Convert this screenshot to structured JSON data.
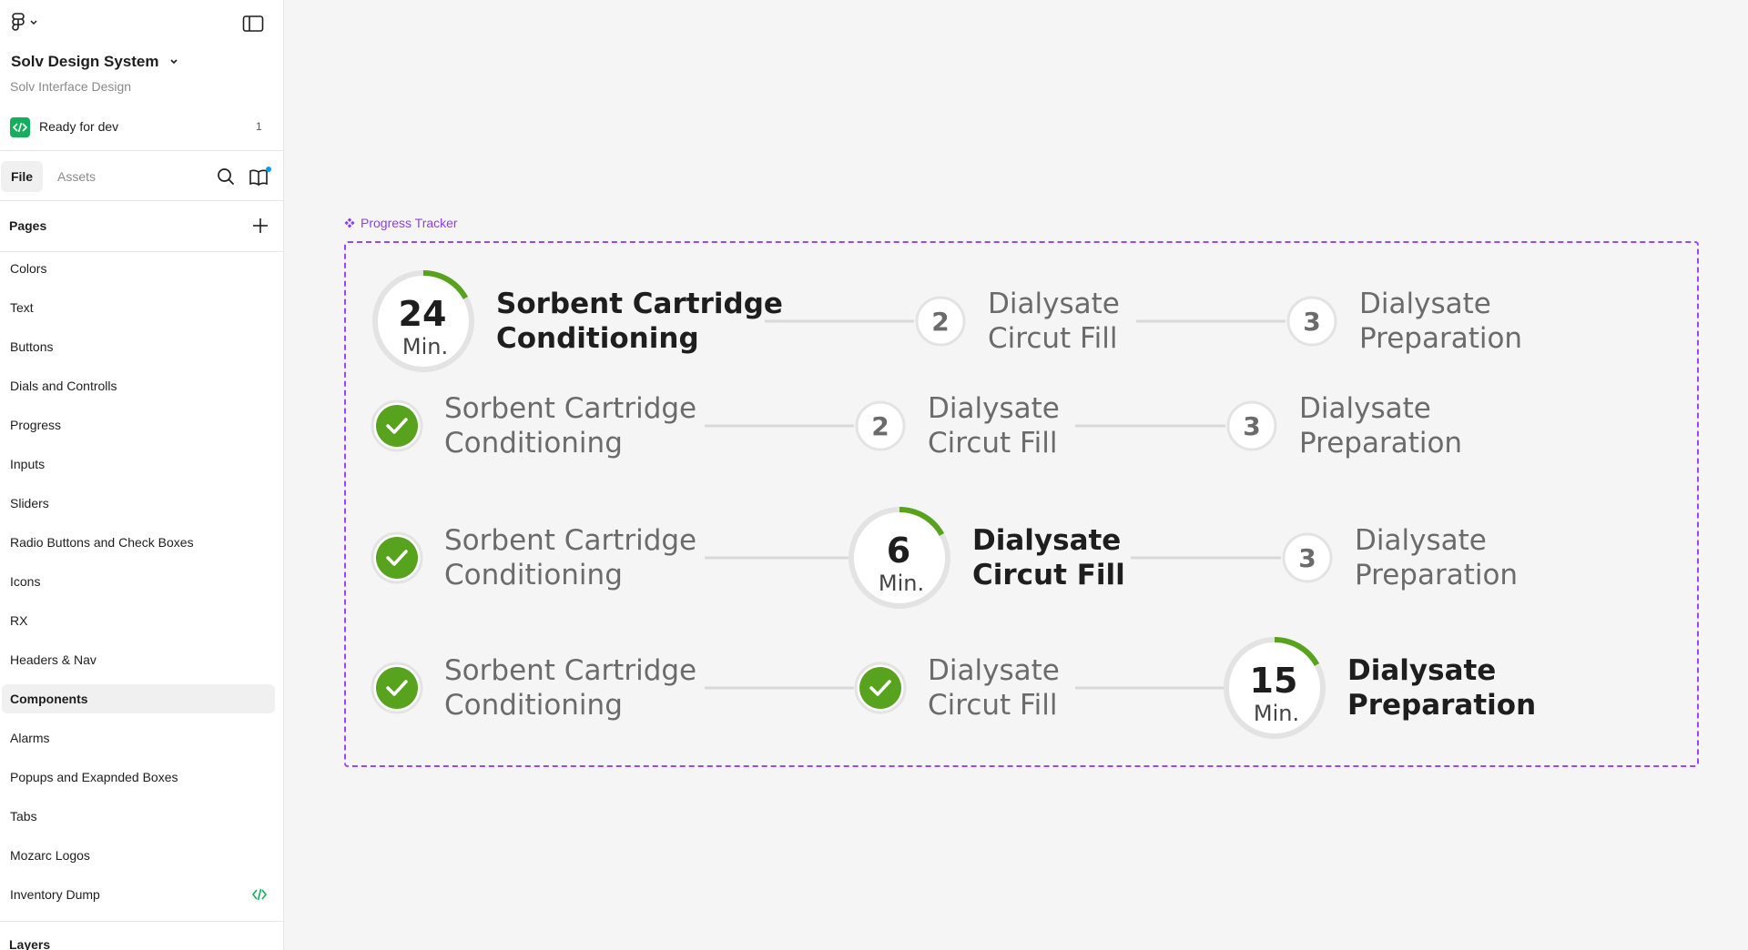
{
  "file": {
    "title": "Solv Design System",
    "subtitle": "Solv Interface Design",
    "dev_status": "Ready for dev",
    "dev_count": "1"
  },
  "tabs": {
    "file": "File",
    "assets": "Assets"
  },
  "pages_header": "Pages",
  "pages": [
    {
      "label": "Colors"
    },
    {
      "label": "Text"
    },
    {
      "label": "Buttons"
    },
    {
      "label": "Dials and Controlls"
    },
    {
      "label": "Progress"
    },
    {
      "label": "Inputs"
    },
    {
      "label": "Sliders"
    },
    {
      "label": "Radio Buttons and Check Boxes"
    },
    {
      "label": "Icons"
    },
    {
      "label": "RX"
    },
    {
      "label": "Headers & Nav"
    },
    {
      "label": "Components",
      "active": true
    },
    {
      "label": "Alarms"
    },
    {
      "label": "Popups and Exapnded Boxes"
    },
    {
      "label": "Tabs"
    },
    {
      "label": "Mozarc Logos"
    },
    {
      "label": "Inventory Dump",
      "dev_icon": true
    }
  ],
  "layers_header": "Layers",
  "component": {
    "name": "Progress Tracker",
    "accent_color": "#9747ff",
    "rows": [
      {
        "steps": [
          {
            "state": "active",
            "value": "24",
            "unit": "Min.",
            "progress": 0.17,
            "line1": "Sorbent Cartridge",
            "line2": "Conditioning"
          },
          {
            "state": "pending",
            "number": "2",
            "line1": "Dialysate",
            "line2": "Circut Fill"
          },
          {
            "state": "pending",
            "number": "3",
            "line1": "Dialysate",
            "line2": "Preparation"
          }
        ]
      },
      {
        "steps": [
          {
            "state": "done",
            "line1": "Sorbent Cartridge",
            "line2": "Conditioning"
          },
          {
            "state": "pending",
            "number": "2",
            "line1": "Dialysate",
            "line2": "Circut Fill"
          },
          {
            "state": "pending",
            "number": "3",
            "line1": "Dialysate",
            "line2": "Preparation"
          }
        ]
      },
      {
        "steps": [
          {
            "state": "done",
            "line1": "Sorbent Cartridge",
            "line2": "Conditioning"
          },
          {
            "state": "active",
            "value": "6",
            "unit": "Min.",
            "progress": 0.17,
            "line1": "Dialysate",
            "line2": "Circut Fill"
          },
          {
            "state": "pending",
            "number": "3",
            "line1": "Dialysate",
            "line2": "Preparation"
          }
        ]
      },
      {
        "steps": [
          {
            "state": "done",
            "line1": "Sorbent Cartridge",
            "line2": "Conditioning"
          },
          {
            "state": "done",
            "line1": "Dialysate",
            "line2": "Circut Fill"
          },
          {
            "state": "active",
            "value": "15",
            "unit": "Min.",
            "progress": 0.17,
            "line1": "Dialysate",
            "line2": "Preparation"
          }
        ]
      }
    ]
  },
  "colors": {
    "success_green": "#58a31e",
    "connector_gray": "#d9d9d9",
    "ring_gray": "#e3e3e3",
    "text_gray": "#6b6b6b",
    "dev_green": "#14ae5c"
  }
}
